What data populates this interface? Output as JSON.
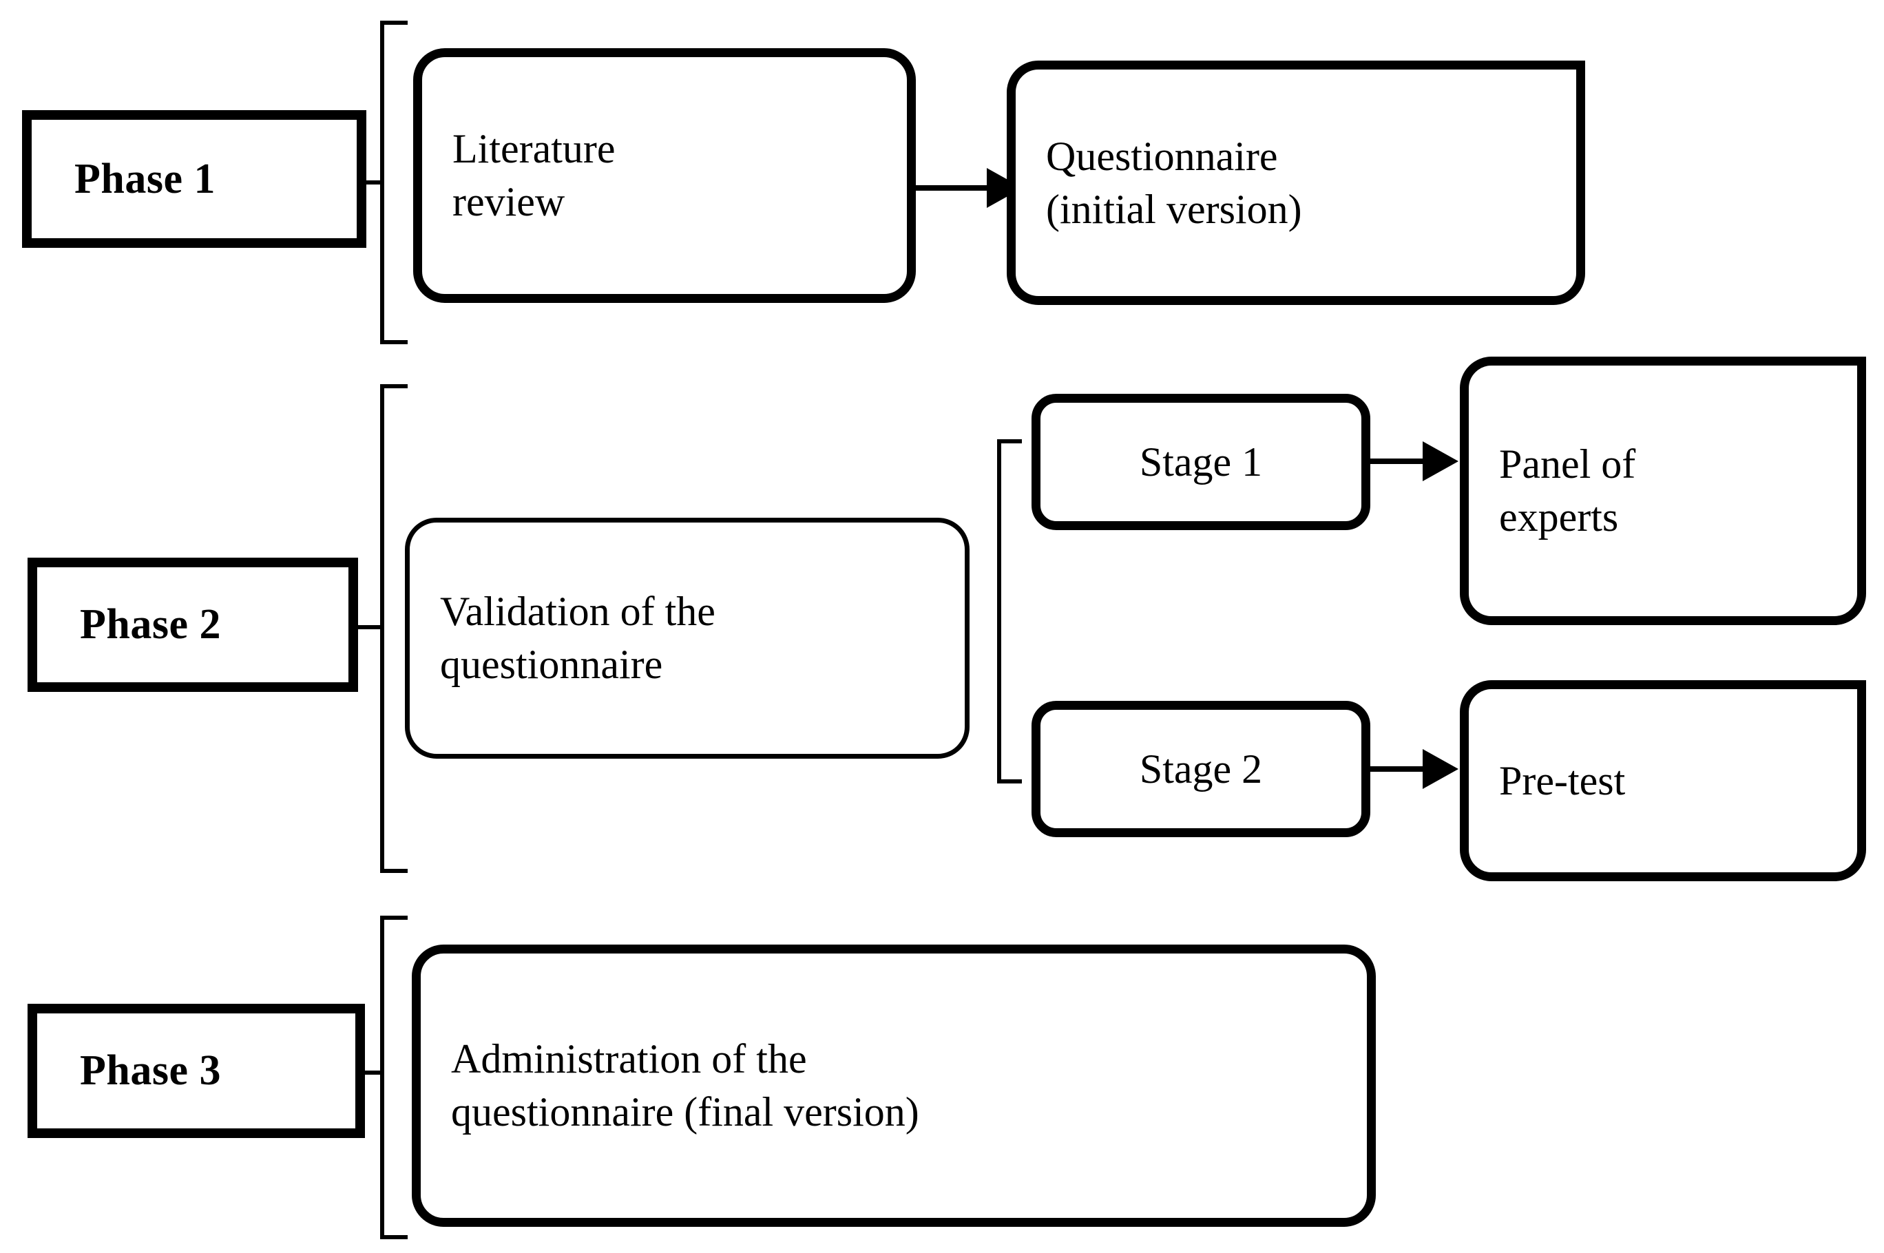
{
  "diagram": {
    "title": "Research phases flowchart",
    "stroke_color": "#000000",
    "background_color": "#ffffff",
    "phases": [
      {
        "id": "phase-1",
        "label": "Phase 1",
        "nodes": [
          {
            "id": "literature-review",
            "label": "Literature\nreview"
          },
          {
            "id": "questionnaire-initial",
            "label": "Questionnaire\n(initial version)"
          }
        ],
        "arrows": [
          {
            "from": "literature-review",
            "to": "questionnaire-initial"
          }
        ]
      },
      {
        "id": "phase-2",
        "label": "Phase 2",
        "nodes": [
          {
            "id": "validation-questionnaire",
            "label": "Validation of the\nquestionnaire"
          },
          {
            "id": "stage-1",
            "label": "Stage 1"
          },
          {
            "id": "panel-of-experts",
            "label": "Panel of\nexperts"
          },
          {
            "id": "stage-2",
            "label": "Stage 2"
          },
          {
            "id": "pre-test",
            "label": "Pre-test"
          }
        ],
        "arrows": [
          {
            "from": "stage-1",
            "to": "panel-of-experts"
          },
          {
            "from": "stage-2",
            "to": "pre-test"
          }
        ]
      },
      {
        "id": "phase-3",
        "label": "Phase 3",
        "nodes": [
          {
            "id": "administration-questionnaire",
            "label": "Administration of the\nquestionnaire (final version)"
          }
        ],
        "arrows": []
      }
    ],
    "labels": {
      "phase1": "Phase 1",
      "phase2": "Phase 2",
      "phase3": "Phase 3",
      "literature_review_line1": "Literature",
      "literature_review_line2": "review",
      "questionnaire_initial_line1": "Questionnaire",
      "questionnaire_initial_line2": "(initial version)",
      "validation_line1": "Validation of the",
      "validation_line2": "questionnaire",
      "stage_1": "Stage 1",
      "stage_2": "Stage 2",
      "panel_line1": "Panel of",
      "panel_line2": "experts",
      "pre_test": "Pre-test",
      "administration_line1": "Administration of the",
      "administration_line2": "questionnaire (final version)"
    }
  }
}
